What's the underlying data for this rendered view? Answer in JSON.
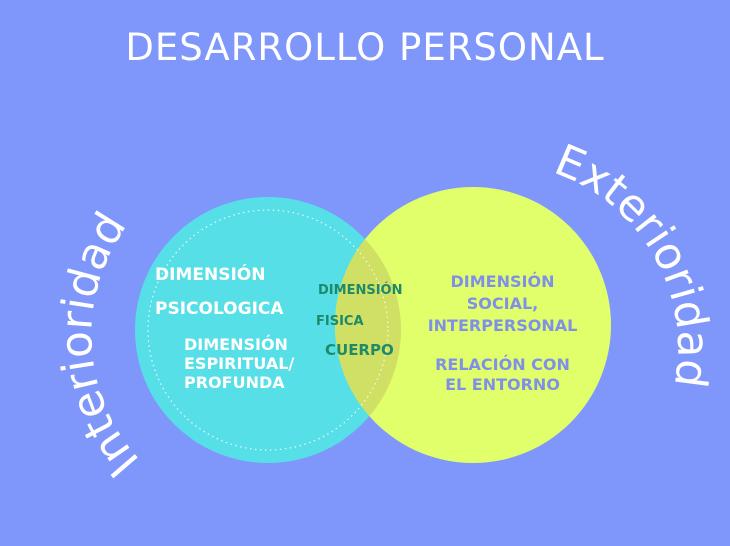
{
  "title": "DESARROLLO PERSONAL",
  "arc_left": "Interioridad",
  "arc_right": "Exterioridad",
  "left_circle": {
    "line1": "DIMENSIÓN",
    "line2": "PSICOLOGICA",
    "line3": "DIMENSIÓN",
    "line4": "ESPIRITUAL/",
    "line5": "PROFUNDA"
  },
  "overlap": {
    "line1": "DIMENSIÓN",
    "line2": "FISICA",
    "line3": "CUERPO"
  },
  "right_circle": {
    "line1": "DIMENSIÓN",
    "line2": "SOCIAL,",
    "line3": "INTERPERSONAL",
    "line4": "RELACIÓN CON",
    "line5": "EL ENTORNO"
  },
  "colors": {
    "background": "#7f97fb",
    "left_circle": "#56dfe6",
    "right_circle": "#e1ff6b",
    "overlap": "#cfe065",
    "left_text": "#ffffff",
    "overlap_text": "#1f8a68",
    "right_text": "#7f90e6"
  }
}
